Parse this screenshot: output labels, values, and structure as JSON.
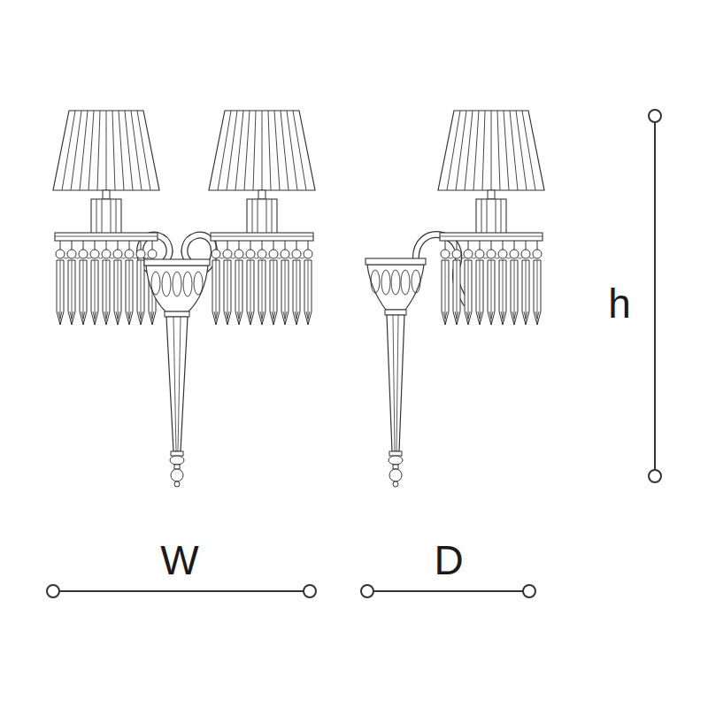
{
  "diagram": {
    "labels": [
      "W",
      "D",
      "h"
    ]
  }
}
